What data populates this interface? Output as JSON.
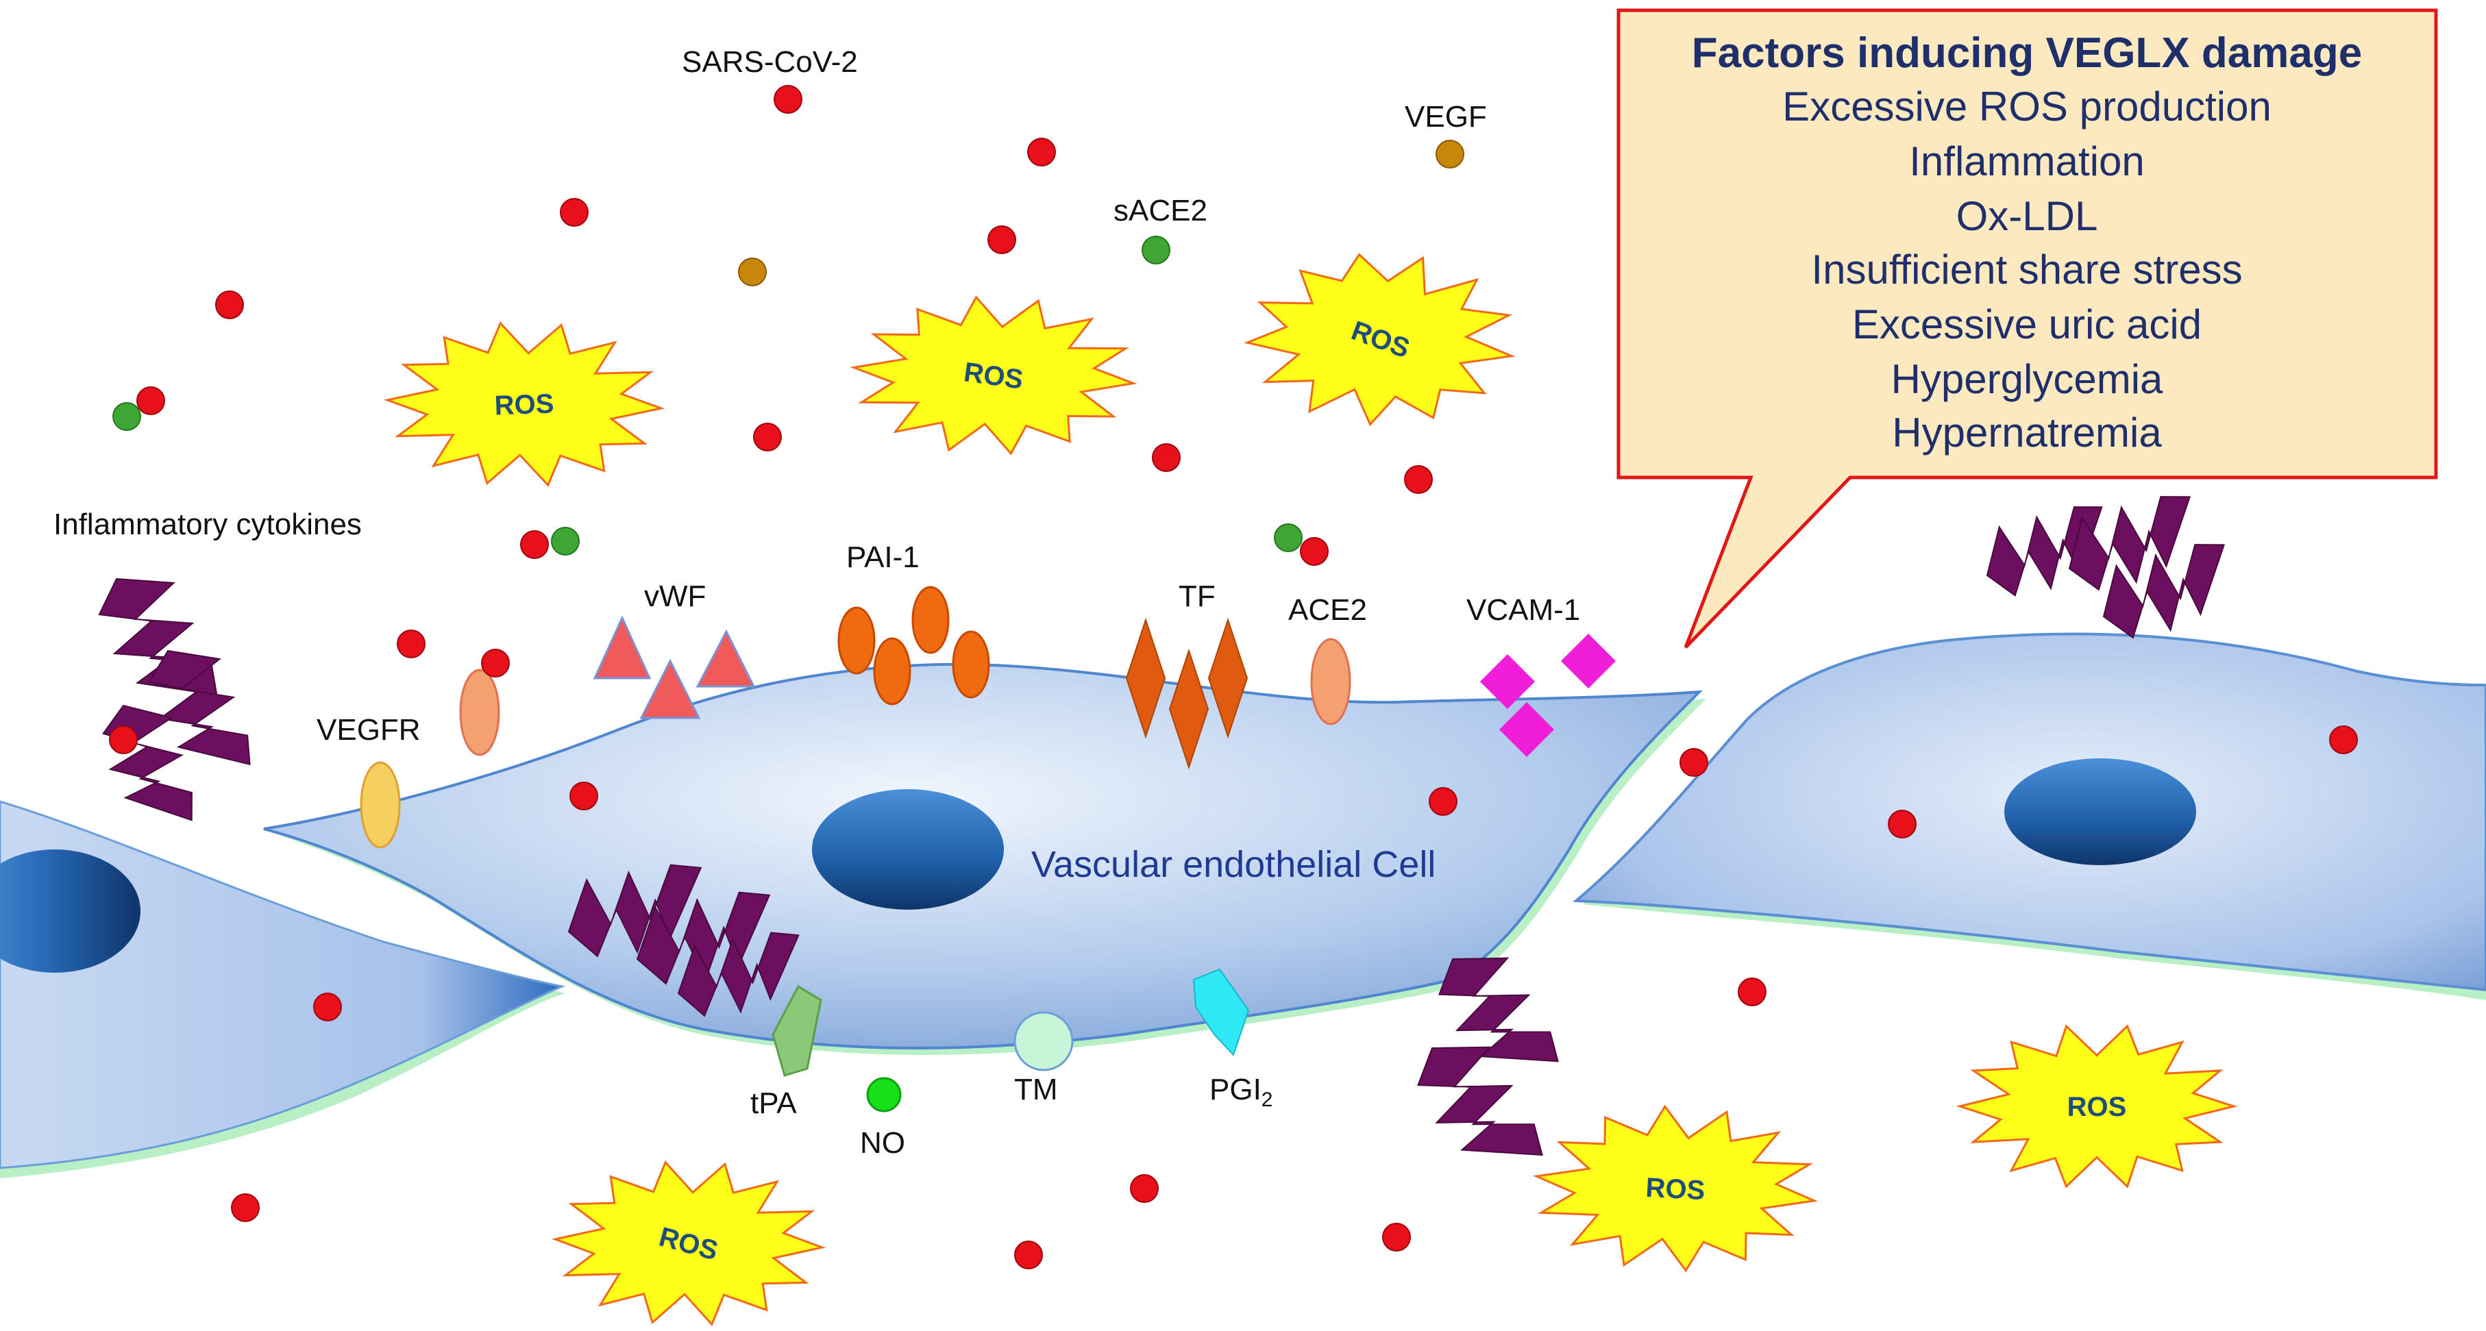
{
  "labels": {
    "sars_cov_2": "SARS-CoV-2",
    "vegf": "VEGF",
    "sace2": "sACE2",
    "inflammatory_cytokines": "Inflammatory cytokines",
    "vwf": "vWF",
    "pai1": "PAI-1",
    "tf": "TF",
    "ace2": "ACE2",
    "vcam1": "VCAM-1",
    "vegfr": "VEGFR",
    "cell": "Vascular endothelial Cell",
    "tpa": "tPA",
    "no": "NO",
    "tm": "TM",
    "pgi2": "PGI",
    "pgi2_sub": "2"
  },
  "ros_label": "ROS",
  "callout": {
    "title": "Factors inducing VEGLX damage",
    "items": [
      "Excessive ROS production",
      "Inflammation",
      "Ox-LDL",
      "Insufficient share stress",
      "Excessive uric acid",
      "Hyperglycemia",
      "Hypernatremia"
    ]
  },
  "colors": {
    "virus": "#e8101a",
    "sace2": "#3fa535",
    "vegf": "#c8860a",
    "ros_fill": "#ffff1a",
    "ros_stroke": "#f06a1a",
    "cytokine": "#6b0f5e",
    "vwf": "#f05a5a",
    "pai1": "#f06a10",
    "tf": "#e05a10",
    "ace2": "#f5a070",
    "vcam1": "#f01ed8",
    "vegfr": "#f5d060",
    "tpa": "#8cc87a",
    "no": "#18e018",
    "tm": "#c8f5d8",
    "pgi2": "#2ee8f5",
    "cell_fill": "#a8c4ea",
    "nucleus": "#2e6cb8",
    "callout_fill": "#fce9c0",
    "callout_stroke": "#e01818"
  }
}
